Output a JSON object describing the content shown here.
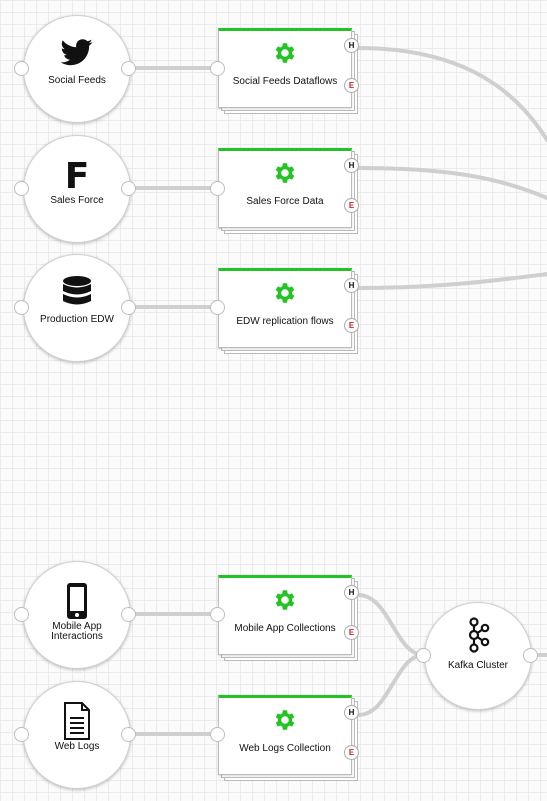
{
  "sources": [
    {
      "id": "social",
      "label": "Social Feeds",
      "icon": "twitter-bird-icon"
    },
    {
      "id": "salesforce",
      "label": "Sales Force",
      "icon": "letter-f-icon"
    },
    {
      "id": "edw",
      "label": "Production EDW",
      "icon": "database-icon"
    },
    {
      "id": "mobile",
      "label": "Mobile App Interactions",
      "icon": "smartphone-icon"
    },
    {
      "id": "weblogs",
      "label": "Web Logs",
      "icon": "document-icon"
    }
  ],
  "flows": [
    {
      "id": "social",
      "label": "Social Feeds Dataflows",
      "icon": "gear-icon",
      "badge_h": "H",
      "badge_e": "E"
    },
    {
      "id": "salesforce",
      "label": "Sales Force Data",
      "icon": "gear-icon",
      "badge_h": "H",
      "badge_e": "E"
    },
    {
      "id": "edw",
      "label": "EDW replication flows",
      "icon": "gear-icon",
      "badge_h": "H",
      "badge_e": "E"
    },
    {
      "id": "mobile",
      "label": "Mobile App Collections",
      "icon": "gear-icon",
      "badge_h": "H",
      "badge_e": "E"
    },
    {
      "id": "weblogs",
      "label": "Web Logs Collection",
      "icon": "gear-icon",
      "badge_h": "H",
      "badge_e": "E"
    }
  ],
  "kafka": {
    "label": "Kafka Cluster",
    "icon": "kafka-icon"
  },
  "colors": {
    "accent": "#22c322",
    "error": "#c62828",
    "wire": "#cfcfcf"
  }
}
